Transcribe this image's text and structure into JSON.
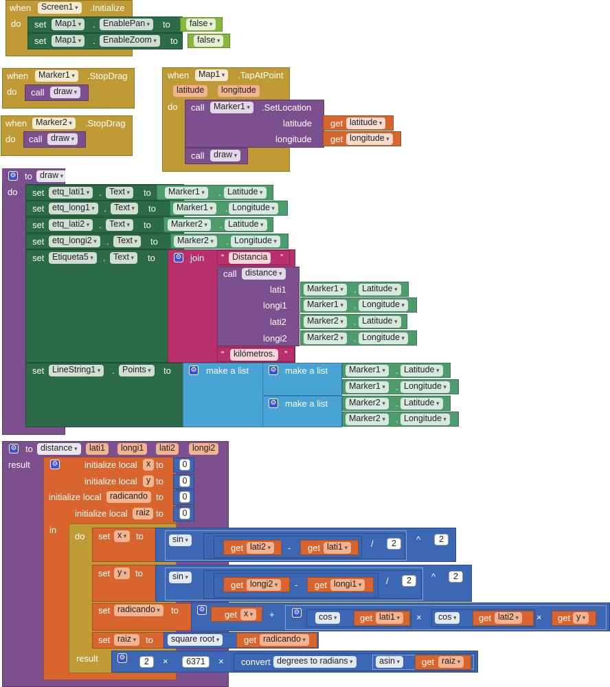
{
  "palette": {
    "event": "#c09a34",
    "setter": "#2b6b47",
    "component": "#4c9c6c",
    "procedure": "#7c4f8e",
    "variable": "#d8652e",
    "math": "#3c67b4",
    "text": "#b8306b",
    "list": "#48a4d4",
    "logic": "#86b83a"
  },
  "kw": {
    "when": "when",
    "do": "do",
    "set": "set",
    "to": "to",
    "call": "call",
    "dot": ".",
    "to_proc": "to",
    "result": "result",
    "in": "in",
    "get": "get",
    "init_local": "initialize local",
    "make_list": "make a list",
    "join": "join",
    "q_open": "“",
    "q_close": "”",
    "sin": "sin",
    "cos": "cos",
    "asin": "asin",
    "sqrt": "square root",
    "convert": "convert",
    "deg_rad": "degrees to radians",
    "op_minus": "-",
    "op_plus": "+",
    "op_times": "×",
    "op_div": "/",
    "op_pow": "^"
  },
  "init_block": {
    "component": "Screen1",
    "event": ".Initialize",
    "rows": [
      {
        "component": "Map1",
        "property": "EnablePan",
        "value": "false"
      },
      {
        "component": "Map1",
        "property": "EnableZoom",
        "value": "false"
      }
    ]
  },
  "drag1": {
    "component": "Marker1",
    "event": ".StopDrag",
    "proc": "draw"
  },
  "drag2": {
    "component": "Marker2",
    "event": ".StopDrag",
    "proc": "draw"
  },
  "tap": {
    "component": "Map1",
    "event": ".TapAtPoint",
    "params": [
      "latitude",
      "longitude"
    ],
    "target": "Marker1",
    "method": ".SetLocation",
    "args": [
      {
        "name": "latitude",
        "var": "latitude"
      },
      {
        "name": "longitude",
        "var": "longitude"
      }
    ],
    "proc": "draw"
  },
  "draw": {
    "name": "draw",
    "rows": [
      {
        "label": "etq_lati1",
        "prop": "Text",
        "comp": "Marker1",
        "cprop": "Latitude"
      },
      {
        "label": "etq_long1",
        "prop": "Text",
        "comp": "Marker1",
        "cprop": "Longitude"
      },
      {
        "label": "etq_lati2",
        "prop": "Text",
        "comp": "Marker2",
        "cprop": "Latitude"
      },
      {
        "label": "etq_longi2",
        "prop": "Text",
        "comp": "Marker2",
        "cprop": "Longitude"
      }
    ],
    "etiqueta": {
      "label": "Etiqueta5",
      "prop": "Text",
      "str1": "Distancia ",
      "proc": "distance",
      "str2": "kilómetros.",
      "args": [
        {
          "name": "lati1",
          "comp": "Marker1",
          "prop": "Latitude"
        },
        {
          "name": "longi1",
          "comp": "Marker1",
          "prop": "Longitude"
        },
        {
          "name": "lati2",
          "comp": "Marker2",
          "prop": "Latitude"
        },
        {
          "name": "longi2",
          "comp": "Marker2",
          "prop": "Longitude"
        }
      ]
    },
    "line": {
      "comp": "LineString1",
      "prop": "Points",
      "items": [
        {
          "comp": "Marker1",
          "prop": "Latitude"
        },
        {
          "comp": "Marker1",
          "prop": "Longitude"
        },
        {
          "comp": "Marker2",
          "prop": "Latitude"
        },
        {
          "comp": "Marker2",
          "prop": "Longitude"
        }
      ]
    }
  },
  "distance": {
    "name": "distance",
    "params": [
      "lati1",
      "longi1",
      "lati2",
      "longi2"
    ],
    "locals": [
      {
        "name": "x",
        "value": "0"
      },
      {
        "name": "y",
        "value": "0"
      },
      {
        "name": "radicando",
        "value": "0"
      },
      {
        "name": "raiz",
        "value": "0"
      }
    ],
    "set_x": {
      "var": "x",
      "a": "lati2",
      "b": "lati1",
      "div": "2",
      "pow": "2"
    },
    "set_y": {
      "var": "y",
      "a": "longi2",
      "b": "longi1",
      "div": "2",
      "pow": "2"
    },
    "set_rad": {
      "var": "radicando",
      "x": "x",
      "c1": "lati1",
      "c2": "lati2",
      "y": "y"
    },
    "set_raiz": {
      "var": "raiz",
      "arg": "radicando"
    },
    "result": {
      "n1": "2",
      "n2": "6371",
      "arg": "raiz"
    }
  }
}
